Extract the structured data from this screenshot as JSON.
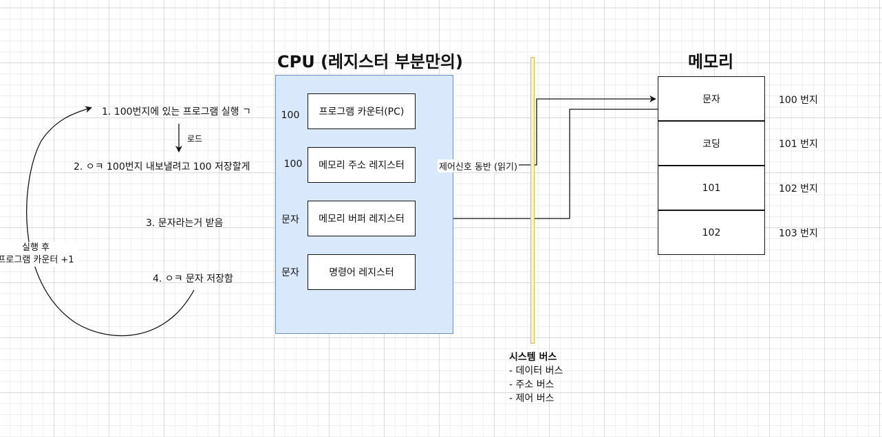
{
  "cpu": {
    "title": "CPU (레지스터 부분만의)",
    "registers": [
      {
        "value": "100",
        "label": "프로그램 카운터(PC)"
      },
      {
        "value": "100",
        "label": "메모리 주소 레지스터"
      },
      {
        "value": "문자",
        "label": "메모리 버퍼 레지스터"
      },
      {
        "value": "문자",
        "label": "명령어 레지스터"
      }
    ]
  },
  "memory": {
    "title": "메모리",
    "cells": [
      {
        "content": "문자",
        "address": "100 번지"
      },
      {
        "content": "코딩",
        "address": "101 번지"
      },
      {
        "content": "101",
        "address": "102 번지"
      },
      {
        "content": "102",
        "address": "103 번지"
      }
    ]
  },
  "steps": [
    "1. 100번지에 있는 프로그램 실행 ㄱ",
    "2. ㅇㅋ 100번지 내보낼려고 100 저장할게",
    "3. 문자라는거 받음",
    "4. ㅇㅋ 문자 저장함"
  ],
  "load_label": "로드",
  "loop_label": {
    "line1": "실행 후",
    "line2": "프로그램 카운터 +1"
  },
  "control_signal_label": "제어신호 동반 (읽기)",
  "system_bus": {
    "title": "시스템 버스",
    "items": [
      "- 데이터 버스",
      "- 주소 버스",
      "- 제어 버스"
    ]
  },
  "colors": {
    "cpu_fill": "#dae8fc",
    "cpu_stroke": "#6c8ebf",
    "bus_fill": "#fff2cc",
    "bus_stroke": "#d6b656"
  }
}
